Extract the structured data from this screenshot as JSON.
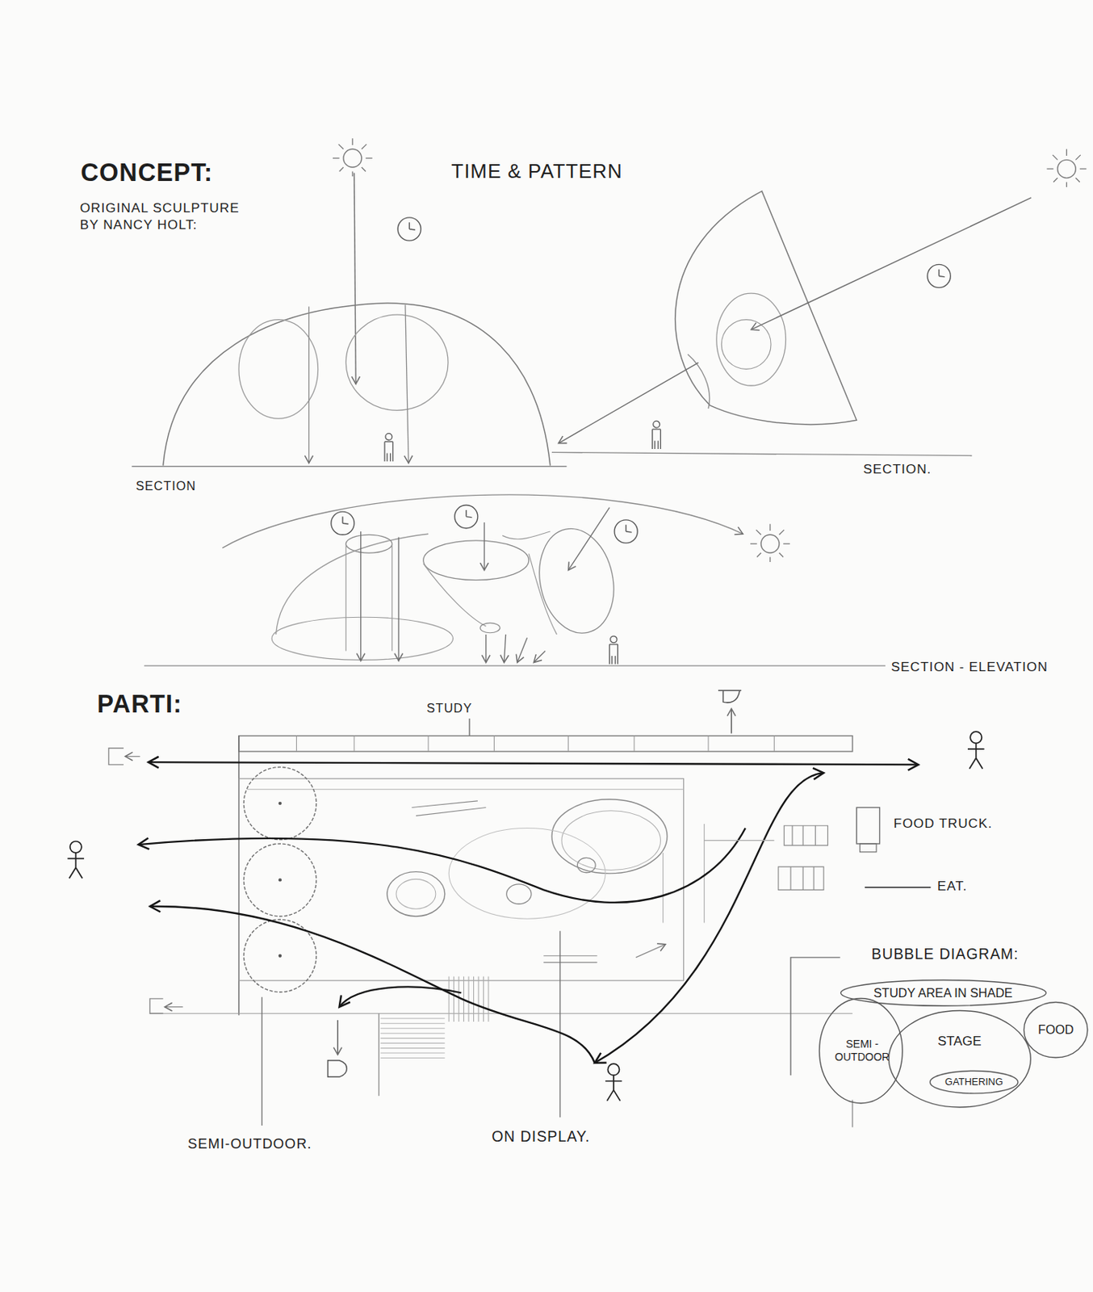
{
  "diagram": {
    "title": "TIME & PATTERN",
    "nodes": [
      {
        "text": [
          "STUDY AREA IN SHADE"
        ]
      },
      {
        "text": [
          "SEMI - OUTDOOR"
        ]
      },
      {
        "text": [
          "STAGE"
        ]
      },
      {
        "text": [
          "GATHERING"
        ],
        "in": 2
      },
      {
        "text": [
          "FOOD"
        ]
      }
    ],
    "labels": [
      "CONCEPT:",
      "ORIGINAL SCULPTURE BY NANCY HOLT:",
      "SECTION",
      "SECTION.",
      "SECTION - ELEVATION",
      "PARTI:",
      "STUDY",
      "BUBBLE DIAGRAM:",
      "SEMI-OUTDOOR.",
      "ON DISPLAY."
    ],
    "legend": [
      {
        "text": "FOOD TRUCK."
      },
      {
        "text": "EAT."
      }
    ]
  }
}
